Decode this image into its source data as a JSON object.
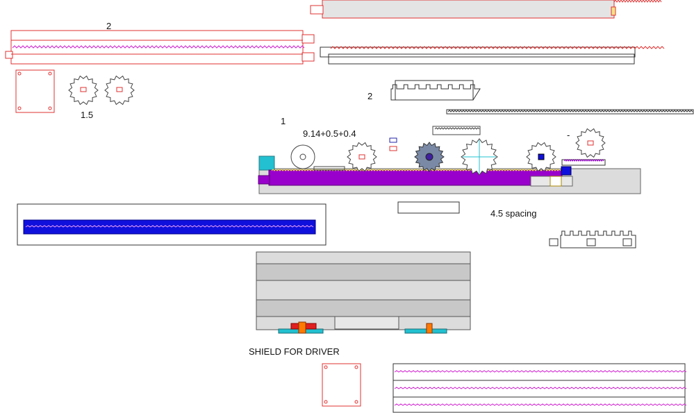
{
  "labels": {
    "top_rack_count": "2",
    "gear_size": "1.5",
    "rack_comb_count": "2",
    "assembly_marker": "1",
    "stack_formula": "9.14+0.5+0.4",
    "spacing_note": "4.5 spacing",
    "shield_title": "SHIELD FOR DRIVER",
    "dash": "-"
  },
  "colors": {
    "outline_red": "#e03030",
    "zigzag_magenta": "#d020d0",
    "rack_purple": "#9900cc",
    "rack_blue": "#1010dd",
    "base_gray": "#dcdcdc",
    "dark_gray": "#c8c8c8",
    "cyan_block": "#22c0d0",
    "orange": "#ff7a00",
    "gear_fill": "#7a8aa6"
  }
}
